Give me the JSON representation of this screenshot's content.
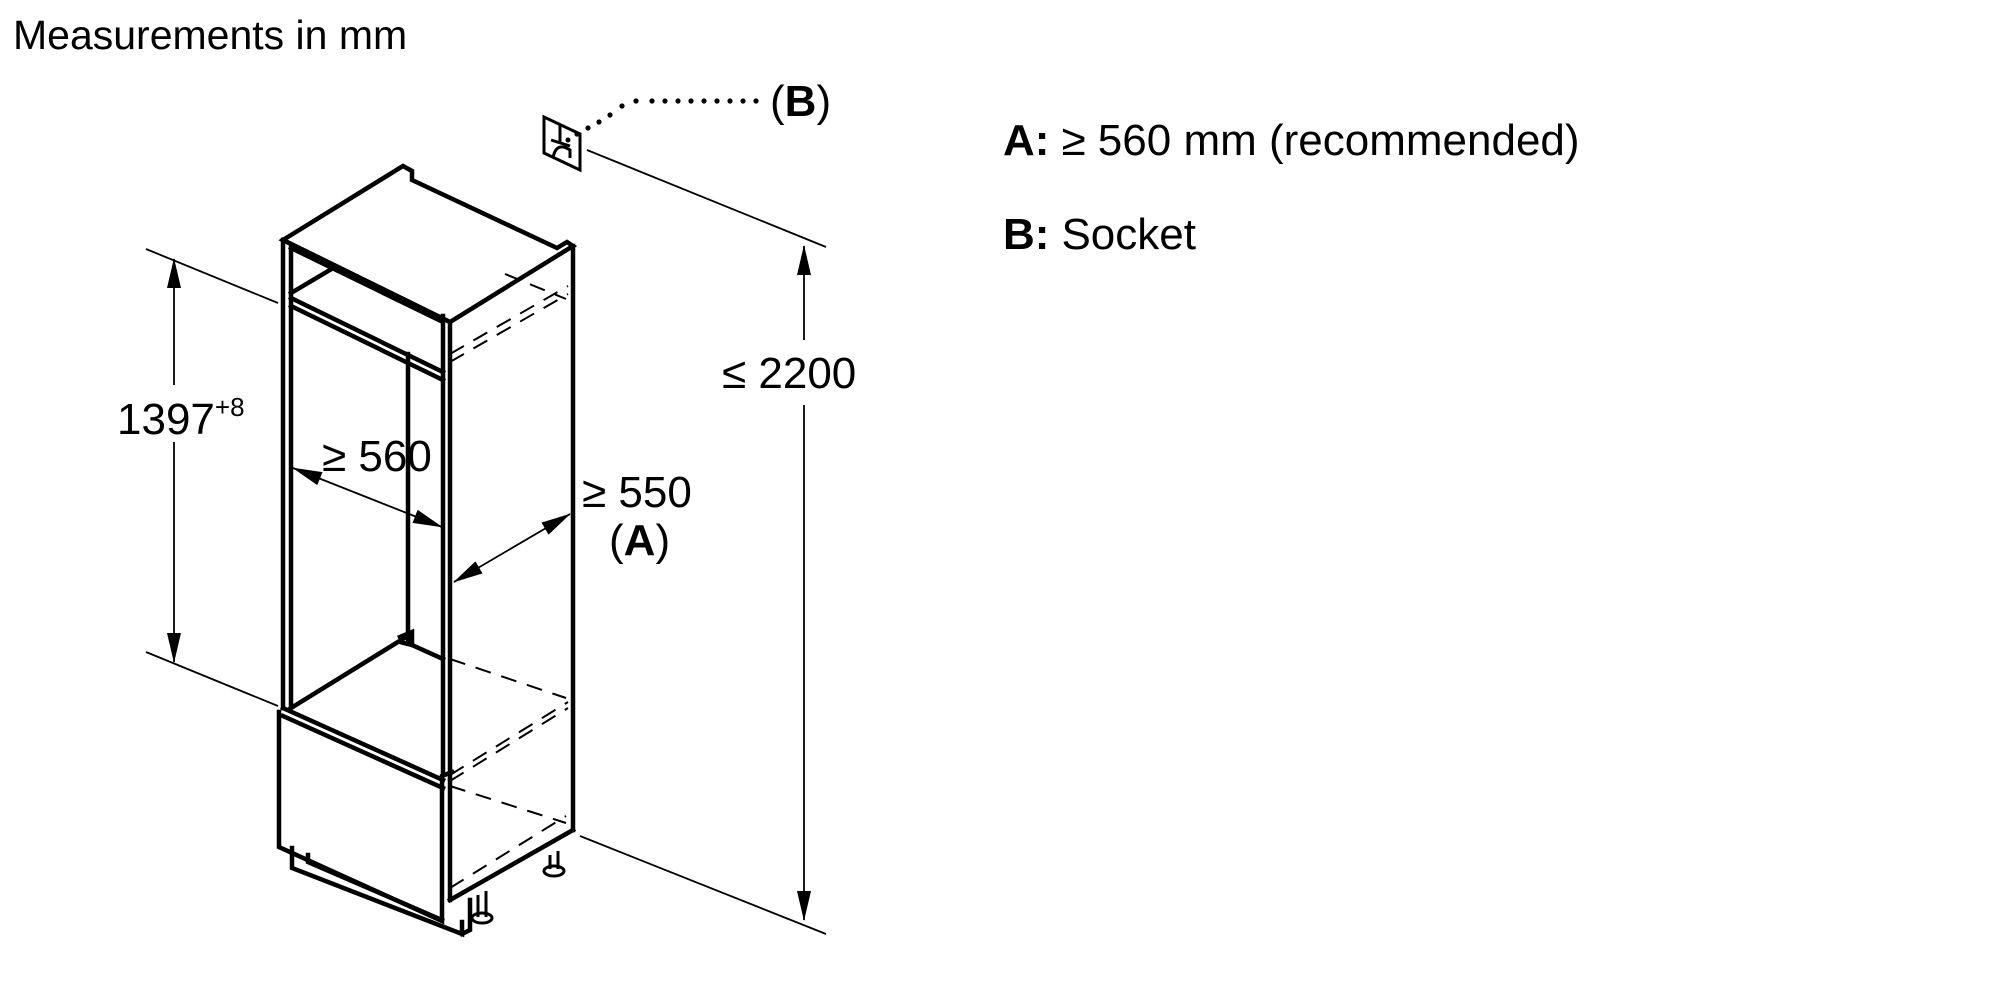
{
  "title": "Measurements in mm",
  "legend": [
    {
      "key": "A:",
      "text": "≥ 560 mm (recommended)"
    },
    {
      "key": "B:",
      "text": "Socket"
    }
  ],
  "dimensions": {
    "niche_height": {
      "value": "1397",
      "tolerance": "+8"
    },
    "niche_width": "≥ 560",
    "cabinet_depth": {
      "value": "≥ 550",
      "ref": "A"
    },
    "total_height": "≤ 2200"
  },
  "callouts": {
    "socket": {
      "open": "(",
      "ref": "B",
      "close": ")"
    },
    "depth": {
      "open": "(",
      "ref": "A",
      "close": ")"
    }
  },
  "icons": {
    "socket": "power-socket-icon"
  }
}
